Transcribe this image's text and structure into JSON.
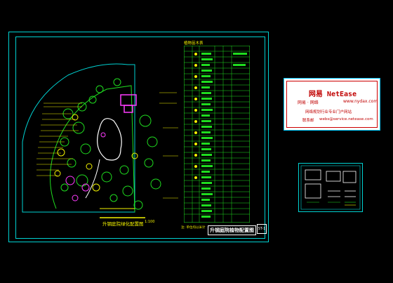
{
  "drawing": {
    "plan_title": "升钢庭院绿化配置图",
    "plan_scale": "1:100",
    "table_head": "植物苗木表",
    "table_title": "升钢庭院植物配置图",
    "title_cell": "ST-1",
    "note": "注: 单位均以米计"
  },
  "watermark": {
    "title": "网易 NetEase",
    "sub": "网易 · 网络",
    "url": "www.nydax.com",
    "slogan": "网络规划行业专业门户网站",
    "email_label": "联系邮",
    "email": "webs@service.netease.com"
  },
  "colors": {
    "background": "#000000",
    "frame": "#00d2d2",
    "cad_green": "#1fdc1f",
    "cad_yellow": "#f3f300",
    "cad_magenta": "#ff3cff",
    "cad_white": "#ffffff",
    "logo_red": "#c00000"
  }
}
